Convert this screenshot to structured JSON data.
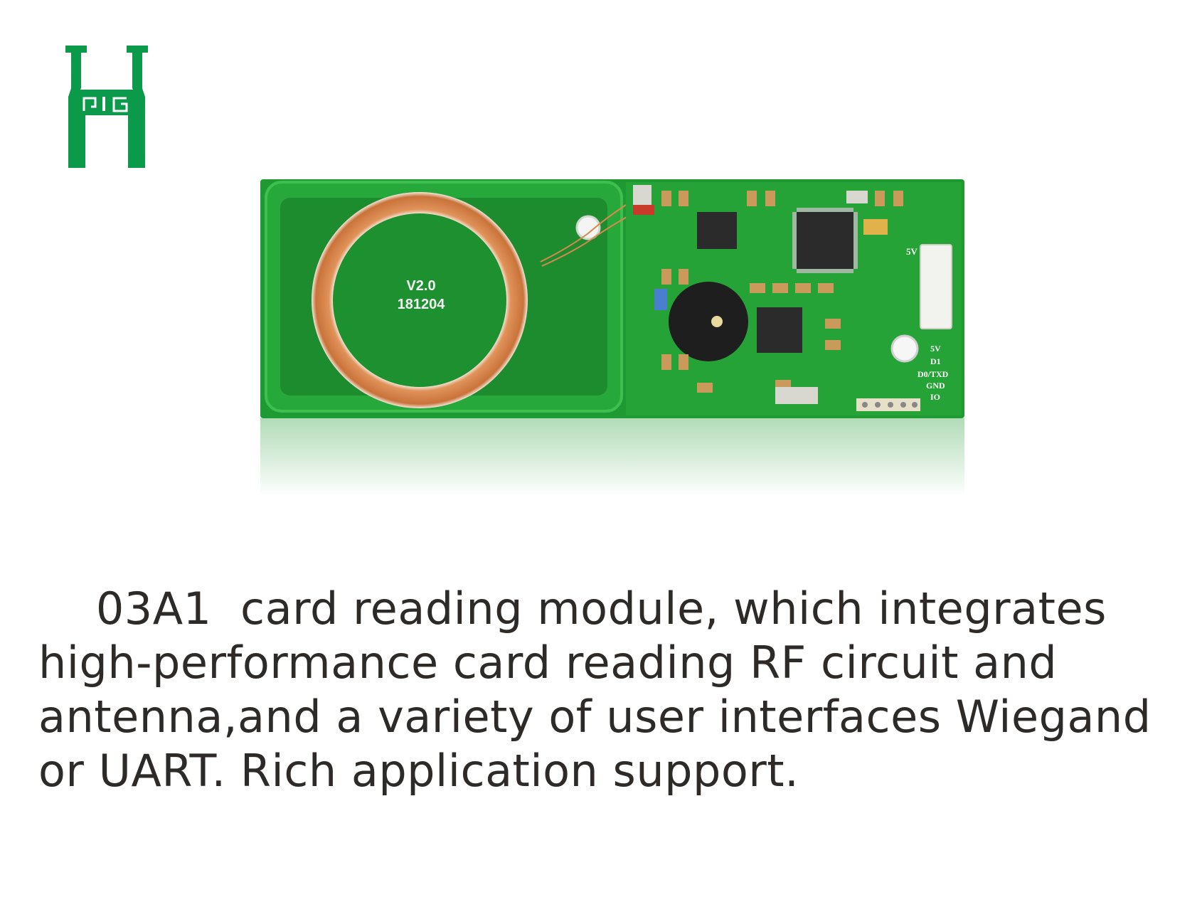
{
  "brand": {
    "logo_color": "#0a9a4a",
    "logo_mark": "H with ΩIG style lettering"
  },
  "product": {
    "board_label_version": "V2.0",
    "board_label_date": "181204",
    "pin_labels": [
      "5V",
      "D1",
      "D0/TXD",
      "GND",
      "IO"
    ],
    "connector_label": "5V",
    "board_color": "#1f9a32",
    "antenna_color": "#d98a4c"
  },
  "description": {
    "line1": "    03A1  card reading module, which integrates",
    "line2": "high-performance card reading RF circuit and",
    "line3": "antenna,and a variety of user interfaces Wiegand",
    "line4": "or UART. Rich application support."
  }
}
